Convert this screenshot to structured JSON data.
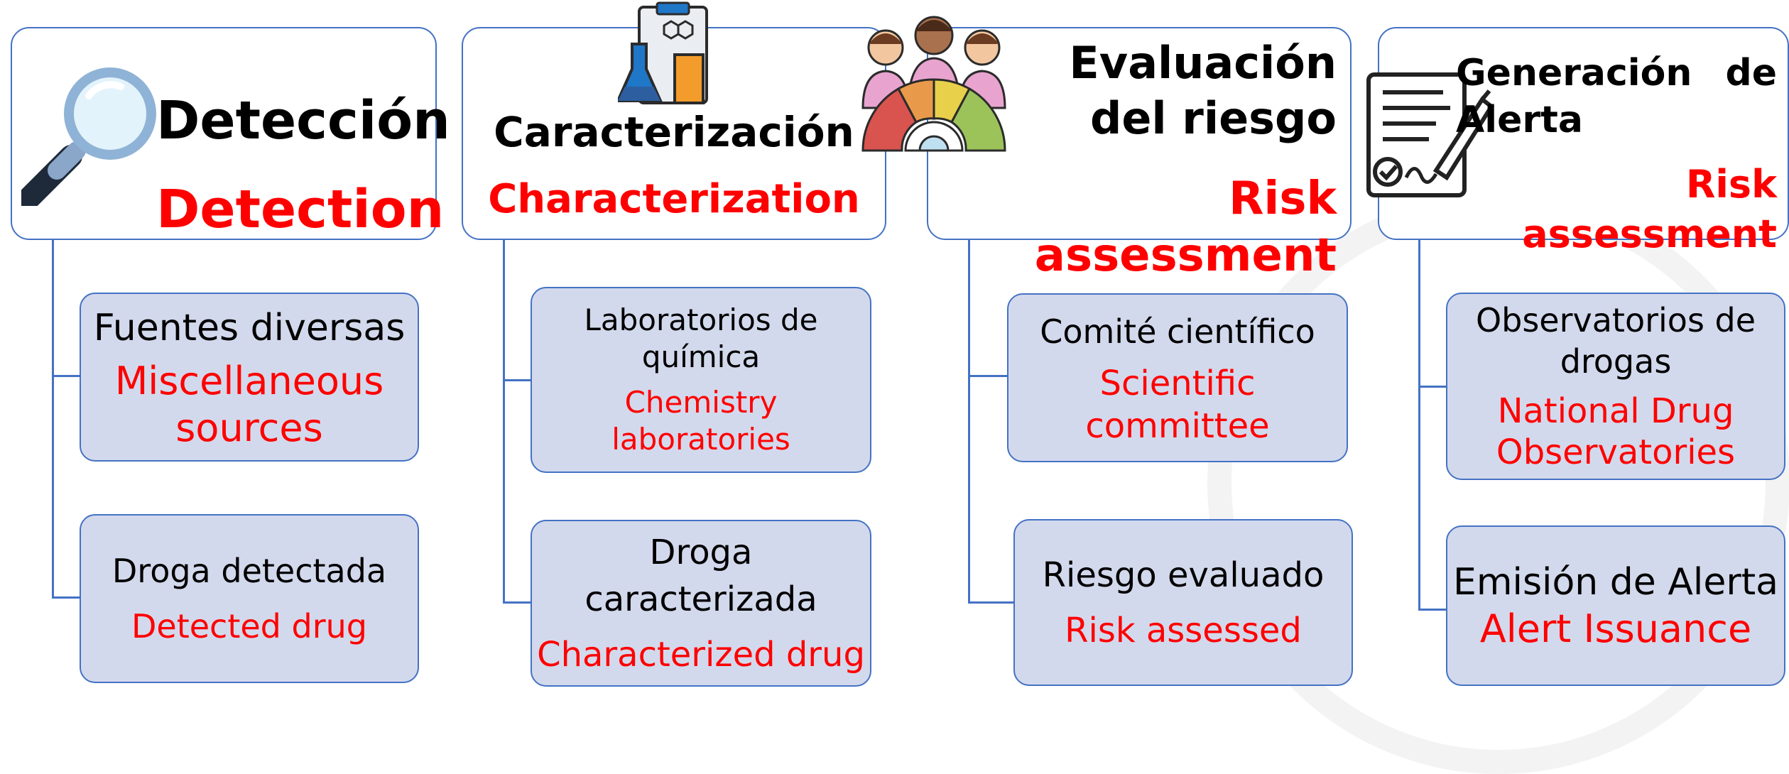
{
  "columns": [
    {
      "title_es": "Detección",
      "title_en": "Detection",
      "icon": "magnifier-icon",
      "items": [
        {
          "es": "Fuentes diversas",
          "en": "Miscellaneous sources"
        },
        {
          "es": "Droga detectada",
          "en": "Detected drug"
        }
      ]
    },
    {
      "title_es": "Caracterización",
      "title_en": "Characterization",
      "icon": "laboratory-icon",
      "items": [
        {
          "es": "Laboratorios de química",
          "en": "Chemistry laboratories"
        },
        {
          "es": "Droga caracterizada",
          "en": "Characterized drug"
        }
      ]
    },
    {
      "title_es": "Evaluación del riesgo",
      "title_en": "Risk assessment",
      "icon": "risk-gauge-people-icon",
      "items": [
        {
          "es": "Comité científico",
          "en": "Scientific committee"
        },
        {
          "es": "Riesgo evaluado",
          "en": "Risk assessed"
        }
      ]
    },
    {
      "title_es": "Generación de Alerta",
      "title_en": "Risk assessment",
      "icon": "signed-document-icon",
      "items": [
        {
          "es": "Observatorios de drogas",
          "en": "National Drug Observatories"
        },
        {
          "es": "Emisión de Alerta",
          "en": "Alert Issuance"
        }
      ]
    }
  ],
  "colors": {
    "border": "#4472c4",
    "box_fill": "#d3d9ec",
    "english_text": "#ff0000",
    "spanish_text": "#000000"
  }
}
